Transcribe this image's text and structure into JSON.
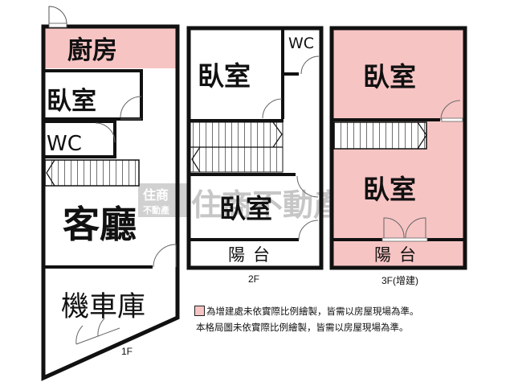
{
  "colors": {
    "wall": "#111111",
    "addition_pink": "#f7c4c4",
    "watermark": "#bdbdbd"
  },
  "floors": [
    {
      "label": "1F",
      "rooms": [
        {
          "name": "廚房",
          "shaded": true
        },
        {
          "name": "臥室"
        },
        {
          "name": "WC"
        },
        {
          "name": "客廳"
        },
        {
          "name": "機車庫"
        }
      ]
    },
    {
      "label": "2F",
      "rooms": [
        {
          "name": "臥室"
        },
        {
          "name": "WC"
        },
        {
          "name": "臥室"
        },
        {
          "name": "陽台"
        }
      ]
    },
    {
      "label": "3F(增建)",
      "rooms": [
        {
          "name": "臥室",
          "shaded": true
        },
        {
          "name": "臥室",
          "shaded": true
        },
        {
          "name": "陽台",
          "shaded": true
        }
      ]
    }
  ],
  "notes": {
    "addition": "為增建處未依實際比例繪製，皆需以房屋現場為準。",
    "general": "本格局圖未依實際比例繪製，皆需以房屋現場為準。"
  },
  "watermark": {
    "text": "住商不動產",
    "logo_top": "住商",
    "logo_bottom": "不動產"
  }
}
